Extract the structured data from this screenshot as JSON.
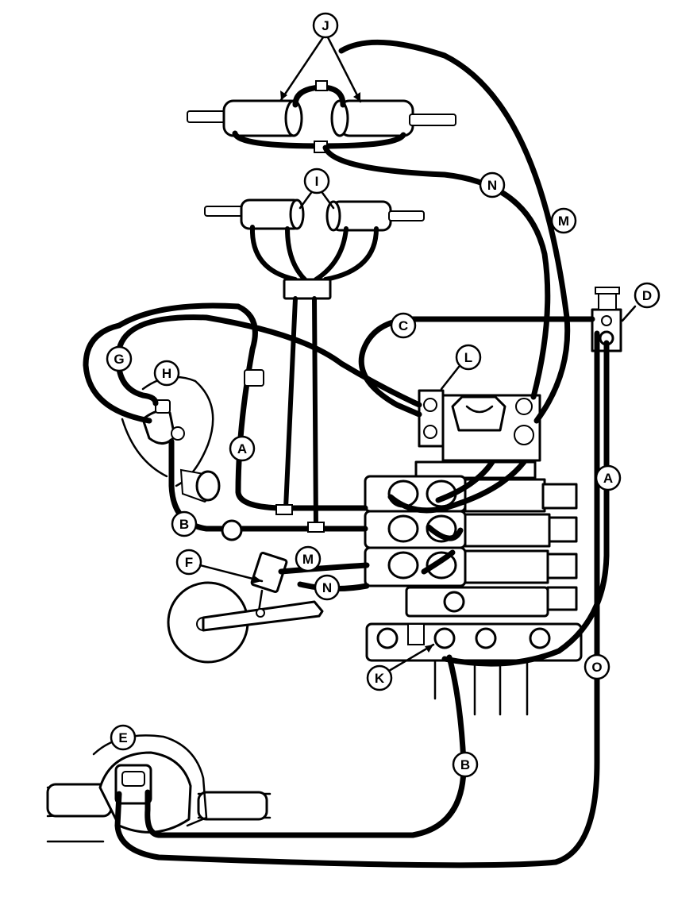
{
  "colors": {
    "line": "#000000",
    "background": "#ffffff"
  },
  "callouts": [
    {
      "id": "J",
      "label": "J"
    },
    {
      "id": "I",
      "label": "I"
    },
    {
      "id": "N1",
      "label": "N"
    },
    {
      "id": "M1",
      "label": "M"
    },
    {
      "id": "D",
      "label": "D"
    },
    {
      "id": "C",
      "label": "C"
    },
    {
      "id": "L",
      "label": "L"
    },
    {
      "id": "G",
      "label": "G"
    },
    {
      "id": "H",
      "label": "H"
    },
    {
      "id": "A1",
      "label": "A"
    },
    {
      "id": "A2",
      "label": "A"
    },
    {
      "id": "B1",
      "label": "B"
    },
    {
      "id": "F",
      "label": "F"
    },
    {
      "id": "M2",
      "label": "M"
    },
    {
      "id": "N2",
      "label": "N"
    },
    {
      "id": "K",
      "label": "K"
    },
    {
      "id": "O",
      "label": "O"
    },
    {
      "id": "E",
      "label": "E"
    },
    {
      "id": "B2",
      "label": "B"
    }
  ]
}
